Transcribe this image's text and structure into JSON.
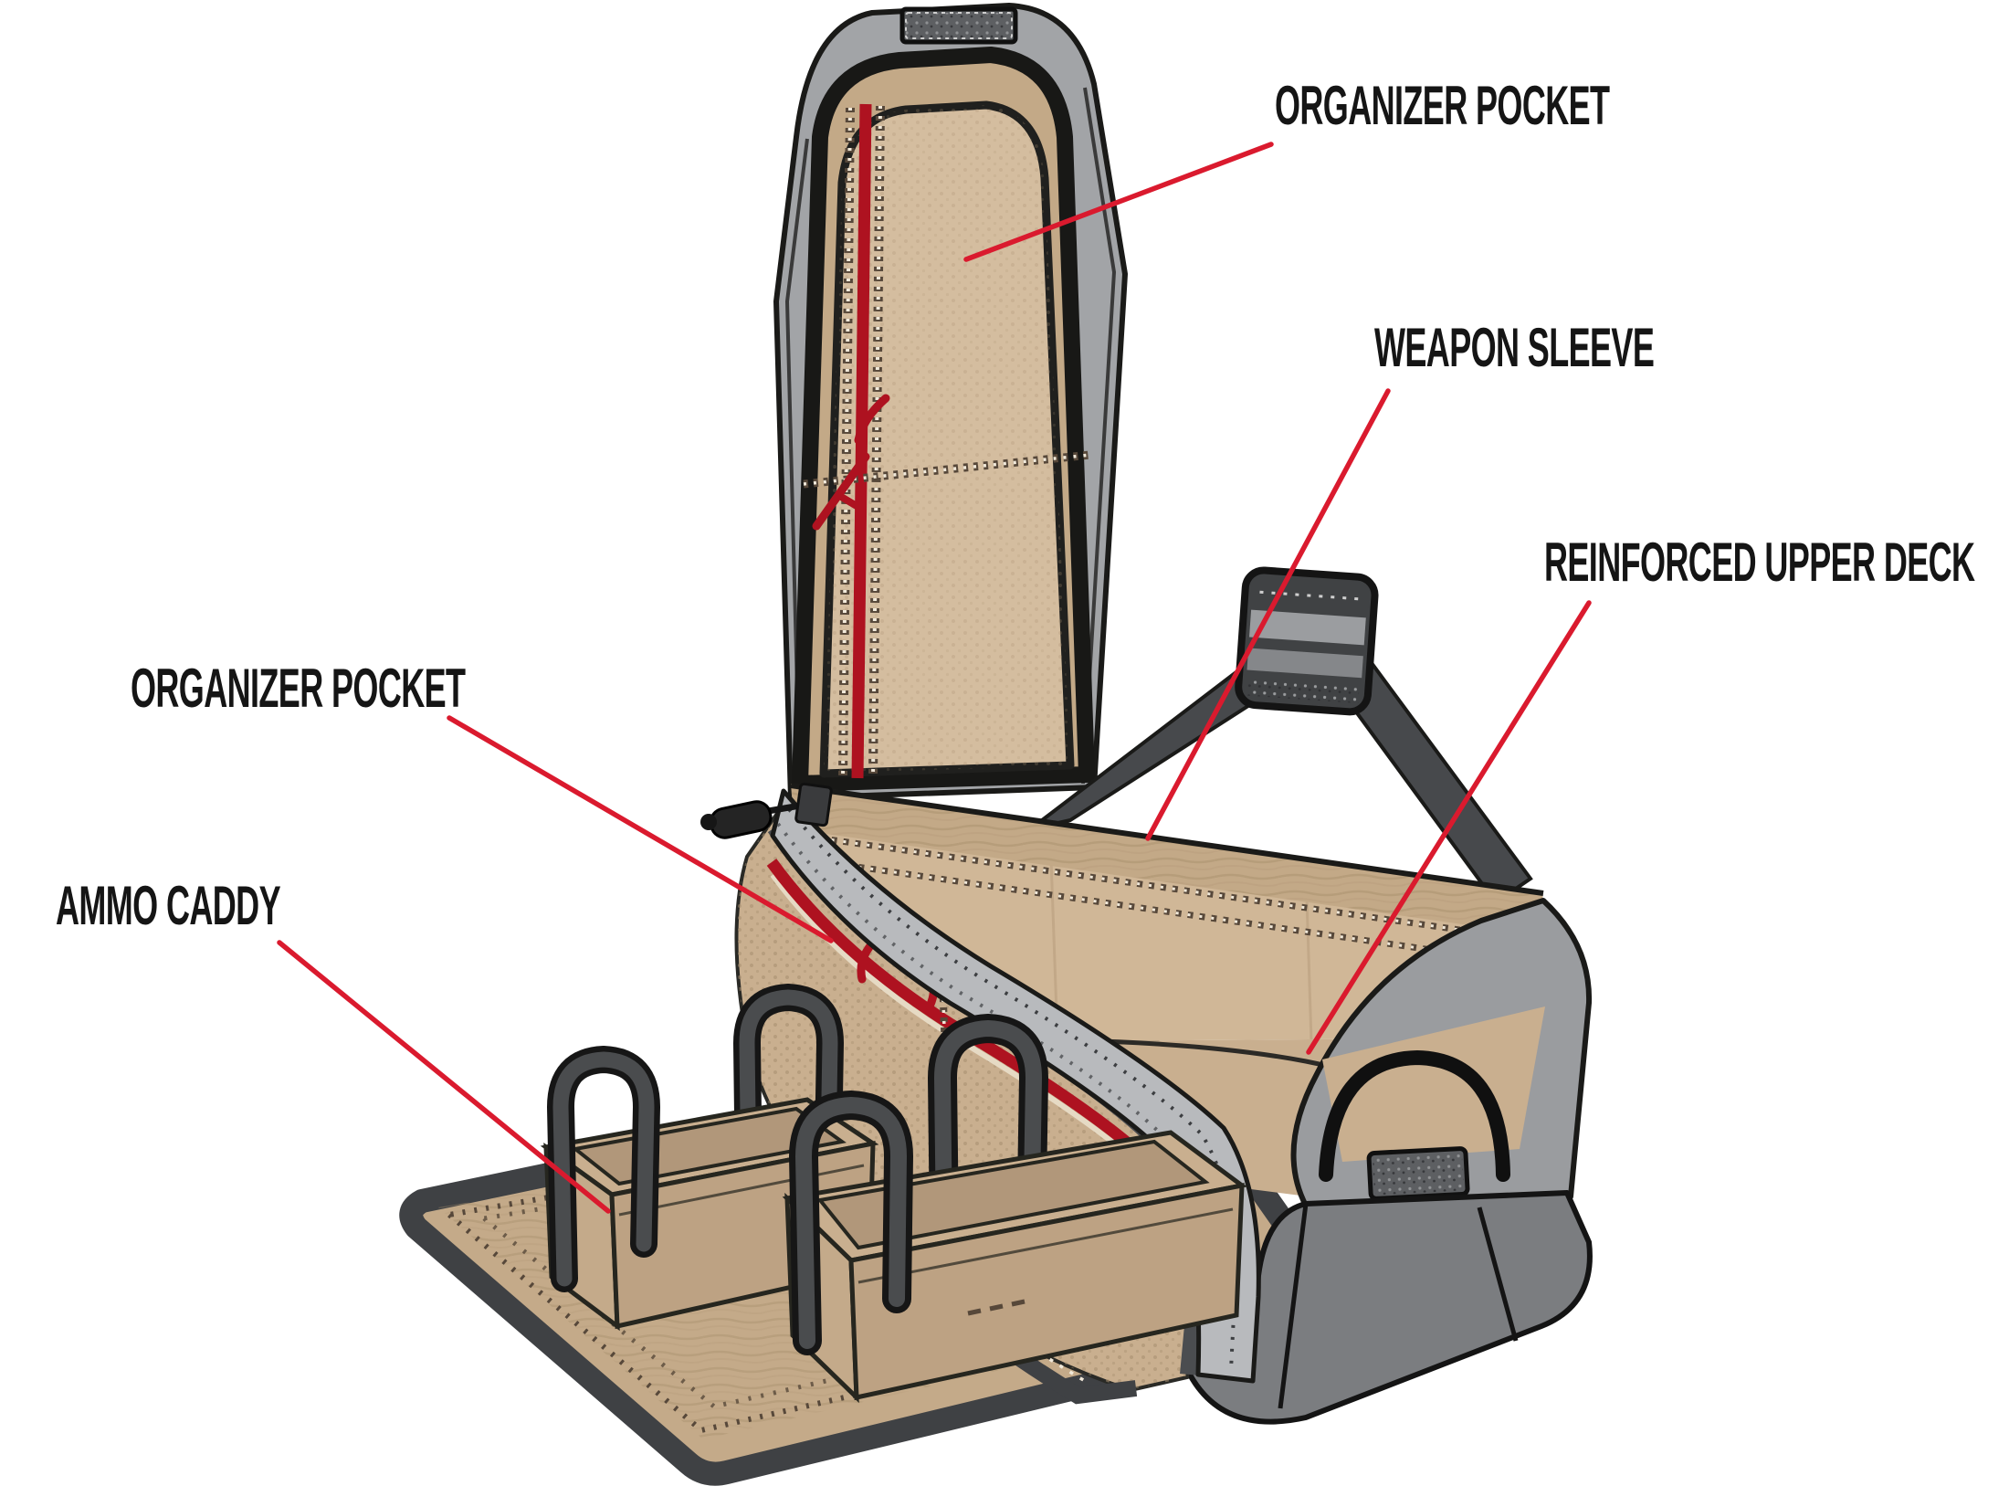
{
  "diagram": {
    "subject": "tactical range bag parts diagram",
    "background": "#ffffff"
  },
  "annotations": [
    {
      "id": "organizer-pocket-top",
      "label": "ORGANIZER POCKET",
      "target": "back panel interior pocket"
    },
    {
      "id": "weapon-sleeve",
      "label": "WEAPON SLEEVE",
      "target": "rear interior wall of bag"
    },
    {
      "id": "reinforced-upper-deck",
      "label": "REINFORCED UPPER DECK",
      "target": "right upper deck of bag"
    },
    {
      "id": "organizer-pocket-side",
      "label": "ORGANIZER POCKET",
      "target": "front wall pocket of bag"
    },
    {
      "id": "ammo-caddy",
      "label": "AMMO CADDY",
      "target": "tote boxes on open front flap"
    }
  ],
  "colors": {
    "label_text": "#151515",
    "leader_line": "#da1a2e",
    "outline": "#1a1a18",
    "tan": "#c9af8f",
    "tan_light": "#d4bd9f",
    "tan_interior": "#d0b797",
    "tan_mid": "#c3a987",
    "tan_dark": "#b1977a",
    "flap_tan": "#c4aa89",
    "gray_edge": "#a2a4a7",
    "gray_light": "#b8babd",
    "gray_cap": "#9a9c9f",
    "gray_base": "#7b7d80",
    "gray_dark": "#47494c",
    "trim_dark": "#4b4d50",
    "zipper_red": "#ae1220",
    "velcro": "#5d5f62",
    "stitch_dark": "#57483a",
    "stitch_light": "#f1e9da"
  }
}
